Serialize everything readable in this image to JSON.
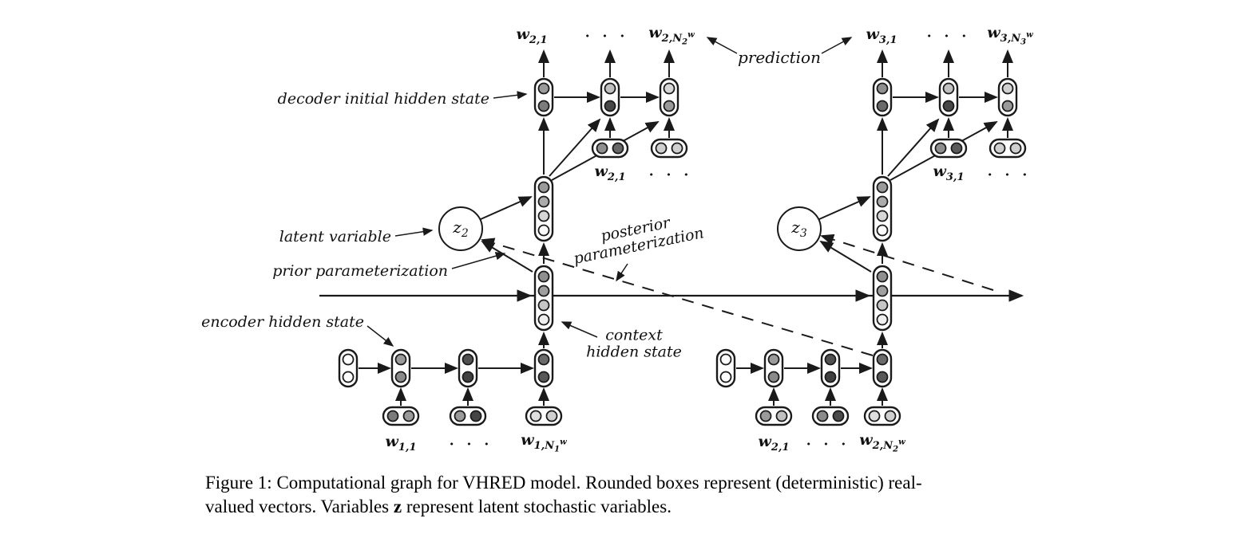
{
  "colors": {
    "ink": "#1a1a1a",
    "paper": "#ffffff"
  },
  "figure": {
    "annotations": {
      "prediction": "prediction",
      "decoder_initial_hidden_state": "decoder initial hidden state",
      "latent_variable": "latent variable",
      "prior_parameterization": "prior parameterization",
      "posterior_parameterization": "posterior parameterization",
      "context_hidden_state": "context hidden state",
      "encoder_hidden_state": "encoder hidden state"
    },
    "ellipsis": "· · ·",
    "latent": {
      "z2": {
        "base": "z",
        "sub": "2"
      },
      "z3": {
        "base": "z",
        "sub": "3"
      }
    },
    "math": {
      "top_left_first": {
        "base": "w",
        "sub": "2,1"
      },
      "top_left_last": {
        "base": "w",
        "sub": "2,N",
        "subsub": "2",
        "subsup": "w"
      },
      "decoder_input_left": {
        "base": "w",
        "sub": "2,1"
      },
      "bottom_left_first": {
        "base": "w",
        "sub": "1,1"
      },
      "bottom_left_last": {
        "base": "w",
        "sub": "1,N",
        "subsub": "1",
        "subsup": "w"
      },
      "top_right_first": {
        "base": "w",
        "sub": "3,1"
      },
      "top_right_last": {
        "base": "w",
        "sub": "3,N",
        "subsub": "3",
        "subsup": "w"
      },
      "decoder_input_right": {
        "base": "w",
        "sub": "3,1"
      },
      "bottom_right_first": {
        "base": "w",
        "sub": "2,1"
      },
      "bottom_right_last": {
        "base": "w",
        "sub": "2,N",
        "subsub": "2",
        "subsup": "w"
      }
    },
    "caption": {
      "line1": "Figure 1: Computational graph for VHRED model. Rounded boxes represent (deterministic) real-",
      "line2_before": "valued vectors. Variables ",
      "line2_z": "z",
      "line2_after": " represent latent stochastic variables."
    }
  }
}
